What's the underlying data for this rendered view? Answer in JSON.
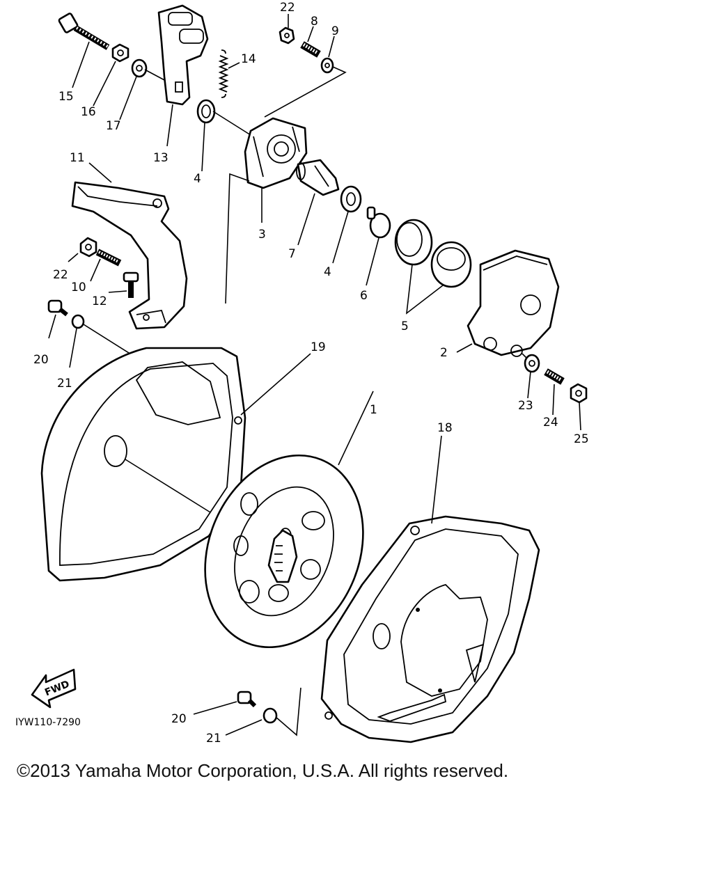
{
  "diagram_code": "IYW110-7290",
  "fwd_label": "FWD",
  "copyright": "©2013 Yamaha Motor Corporation, U.S.A. All rights reserved.",
  "callouts": [
    "1",
    "2",
    "3",
    "4",
    "4",
    "5",
    "6",
    "7",
    "8",
    "9",
    "10",
    "11",
    "12",
    "13",
    "14",
    "15",
    "16",
    "17",
    "18",
    "19",
    "20",
    "20",
    "21",
    "21",
    "22",
    "22",
    "23",
    "24",
    "25"
  ]
}
